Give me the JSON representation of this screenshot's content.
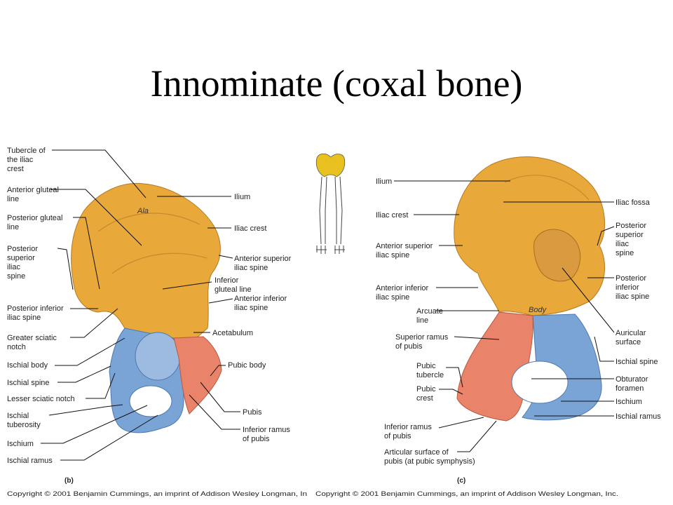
{
  "title": "Innominate (coxal bone)",
  "colors": {
    "ilium": "#e8a83a",
    "ischium": "#7ba4d6",
    "pubis": "#e9836a",
    "leader": "#111111"
  },
  "figure_b": {
    "panel_label": "(b)",
    "region_label": "Ala",
    "copyright": "Copyright © 2001 Benjamin Cummings, an imprint of Addison Wesley Longman, In",
    "labels": {
      "tubercle": [
        "Tubercle of",
        "the iliac",
        "crest"
      ],
      "ant_gluteal": [
        "Anterior gluteal",
        "line"
      ],
      "post_gluteal": [
        "Posterior gluteal",
        "line"
      ],
      "psis": [
        "Posterior",
        "superior",
        "iliac",
        "spine"
      ],
      "piis": [
        "Posterior inferior",
        "iliac spine"
      ],
      "greater_sciatic": [
        "Greater sciatic",
        "notch"
      ],
      "ischial_body": "Ischial body",
      "ischial_spine": "Ischial spine",
      "lesser_sciatic": "Lesser sciatic notch",
      "ischial_tuberosity": [
        "Ischial",
        "tuberosity"
      ],
      "ischium": "Ischium",
      "ischial_ramus": "Ischial ramus",
      "ilium": "Ilium",
      "iliac_crest": "Iliac crest",
      "asis": [
        "Anterior superior",
        "iliac spine"
      ],
      "inf_gluteal": [
        "Inferior",
        "gluteal line"
      ],
      "aiis": [
        "Anterior inferior",
        "iliac spine"
      ],
      "acetabulum": "Acetabulum",
      "pubic_body": "Pubic body",
      "pubis": "Pubis",
      "inf_ramus": [
        "Inferior ramus",
        "of pubis"
      ]
    }
  },
  "figure_c": {
    "panel_label": "(c)",
    "region_label": "Body",
    "copyright": "Copyright © 2001 Benjamin Cummings, an imprint of Addison Wesley Longman, Inc.",
    "labels": {
      "ilium": "Ilium",
      "iliac_crest": "Iliac crest",
      "asis": [
        "Anterior superior",
        "iliac spine"
      ],
      "aiis": [
        "Anterior inferior",
        "iliac spine"
      ],
      "arcuate": [
        "Arcuate",
        "line"
      ],
      "sup_ramus": [
        "Superior ramus",
        "of pubis"
      ],
      "pubic_tubercle": [
        "Pubic",
        "tubercle"
      ],
      "pubic_crest": [
        "Pubic",
        "crest"
      ],
      "inf_ramus": [
        "Inferior ramus",
        "of pubis"
      ],
      "articular": [
        "Articular surface of",
        "pubis (at pubic symphysis)"
      ],
      "iliac_fossa": "Iliac fossa",
      "psis": [
        "Posterior",
        "superior",
        "iliac",
        "spine"
      ],
      "piis": [
        "Posterior",
        "inferior",
        "iliac spine"
      ],
      "auricular": [
        "Auricular",
        "surface"
      ],
      "ischial_spine": "Ischial spine",
      "obturator": [
        "Obturator",
        "foramen"
      ],
      "ischium": "Ischium",
      "ischial_ramus": "Ischial ramus"
    }
  }
}
